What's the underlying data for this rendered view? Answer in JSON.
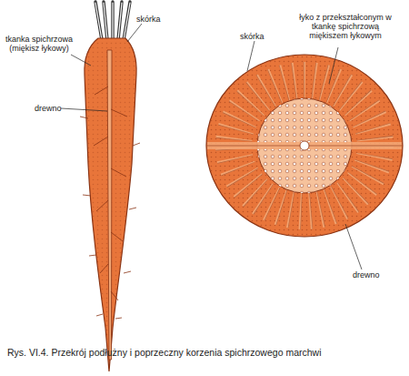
{
  "diagram": {
    "caption": "Rys. VI.4. Przekrój podłużny i poprzeczny korzenia spichrzowego marchwi",
    "labels": [
      "skórka",
      "tkanka spichrzowa (miękisz łykowy)",
      "drewno",
      "skórka",
      "łyko z przekształconym w tkankę spichrzową miękiszem łykowym",
      "drewno"
    ]
  }
}
